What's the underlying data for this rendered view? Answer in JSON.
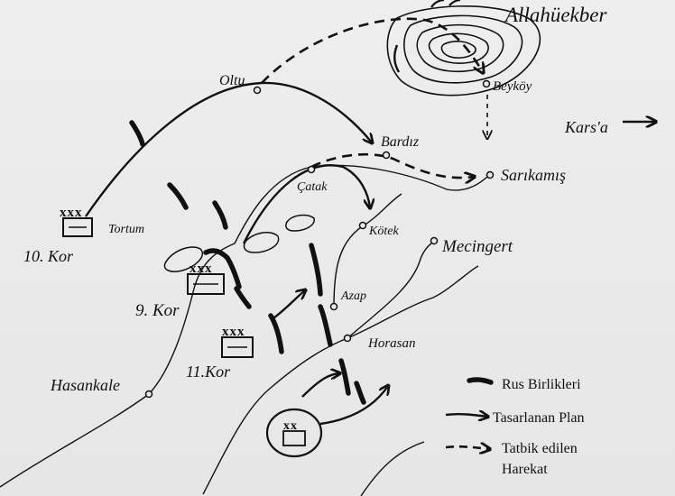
{
  "places": {
    "allahuekber": "Allahüekber",
    "beykoy": "Beyköy",
    "oltu": "Oltu",
    "bardiz": "Bardız",
    "sarikamis": "Sarıkamış",
    "kars": "Kars'a",
    "catak": "Çatak",
    "kotek": "Kötek",
    "mecingert": "Mecingert",
    "tortum": "Tortum",
    "azap": "Azap",
    "horasan": "Horasan",
    "hasankale": "Hasankale"
  },
  "units": {
    "corps10": "10. Kor",
    "corps9": "9. Kor",
    "corps11": "11.Kor",
    "corps10_symbol": "xxx",
    "corps9_symbol": "xxx",
    "corps11_symbol": "xxx",
    "division_symbol": "xx"
  },
  "legend": {
    "russian": "Rus Birlikleri",
    "planned": "Tasarlanan Plan",
    "executed_line1": "Tatbik edilen",
    "executed_line2": "Harekat"
  },
  "colors": {
    "ink": "#111111",
    "background": "#e9e9e9"
  }
}
